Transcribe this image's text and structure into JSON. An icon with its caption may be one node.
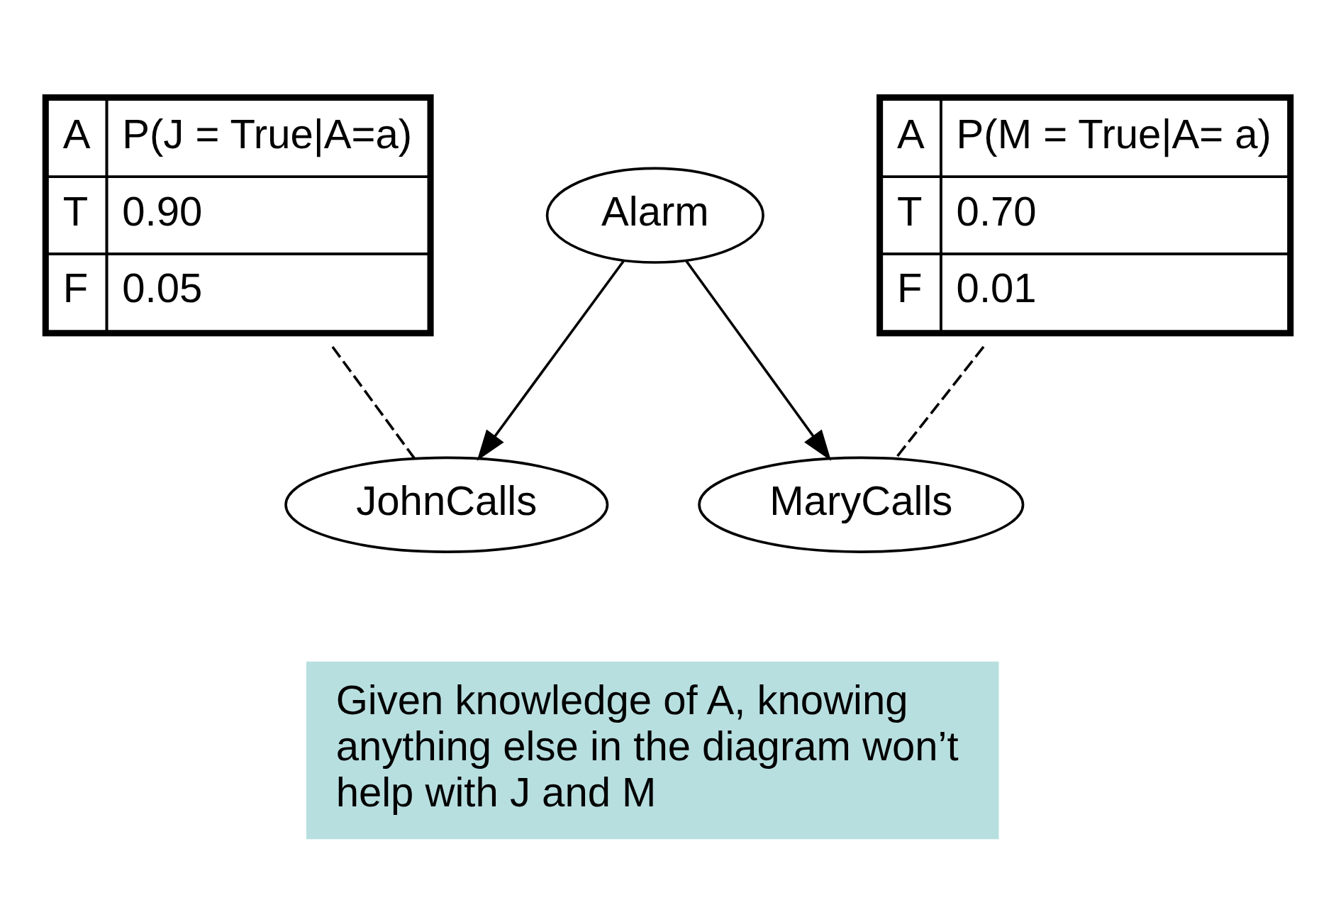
{
  "diagram": {
    "nodes": [
      {
        "text": [
          "A",
          "P(J = True|A=a)",
          "T",
          "0.90",
          "F",
          "0.05"
        ]
      },
      {
        "text": [
          "Alarm"
        ]
      },
      {
        "text": [
          "A",
          "P(M = True|A= a)",
          "T",
          "0.70",
          "F",
          "0.01"
        ]
      },
      {
        "text": [
          "JohnCalls"
        ]
      },
      {
        "text": [
          "MaryCalls"
        ]
      },
      {
        "text": [
          "Given knowledge of A, knowing anything else in the diagram won’t help with J and M"
        ]
      }
    ],
    "edges": [
      {
        "from": 1,
        "to": 3,
        "arrow": "to"
      },
      {
        "from": 1,
        "to": 4,
        "arrow": "to"
      },
      {
        "from": 0,
        "to": 3,
        "arrow": "none",
        "style": "dashed"
      },
      {
        "from": 2,
        "to": 4,
        "arrow": "none",
        "style": "dashed"
      }
    ]
  }
}
